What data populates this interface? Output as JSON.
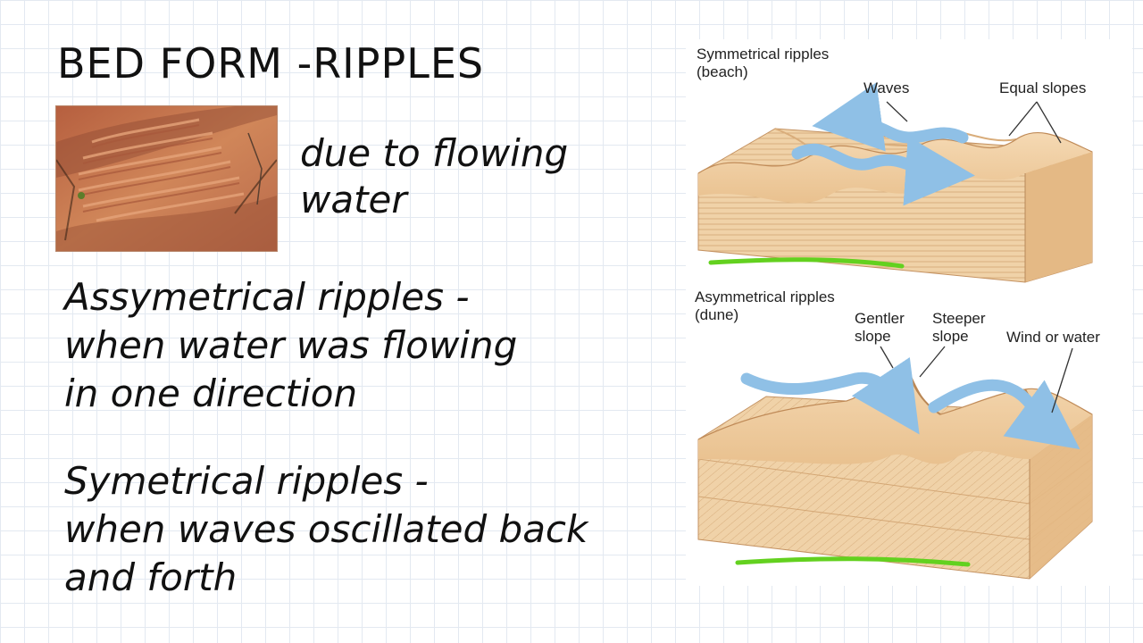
{
  "notes": {
    "title": "BED FORM -RIPPLES",
    "photo_caption": [
      "due to flowing",
      "water"
    ],
    "asymmetric": [
      "Assymetrical ripples -",
      "when water was flowing",
      "in one direction"
    ],
    "symmetric": [
      "Symetrical ripples -",
      "when waves oscillated back",
      "and forth"
    ]
  },
  "figure": {
    "top_panel": {
      "title_line1": "Symmetrical ripples",
      "title_line2": "(beach)",
      "waves_label": "Waves",
      "equal_label": "Equal slopes"
    },
    "bottom_panel": {
      "title_line1": "Asymmetrical ripples",
      "title_line2": "(dune)",
      "gentler_line1": "Gentler",
      "gentler_line2": "slope",
      "steeper_line1": "Steeper",
      "steeper_line2": "slope",
      "wind_label": "Wind or water"
    }
  },
  "colors": {
    "sand_top": "#f1cfa4",
    "sand_side": "#e8bf8f",
    "sand_dark": "#d9a873",
    "arrow": "#8fc0e6",
    "highlight": "#63d11f",
    "photo_sand": "#c9754f"
  }
}
